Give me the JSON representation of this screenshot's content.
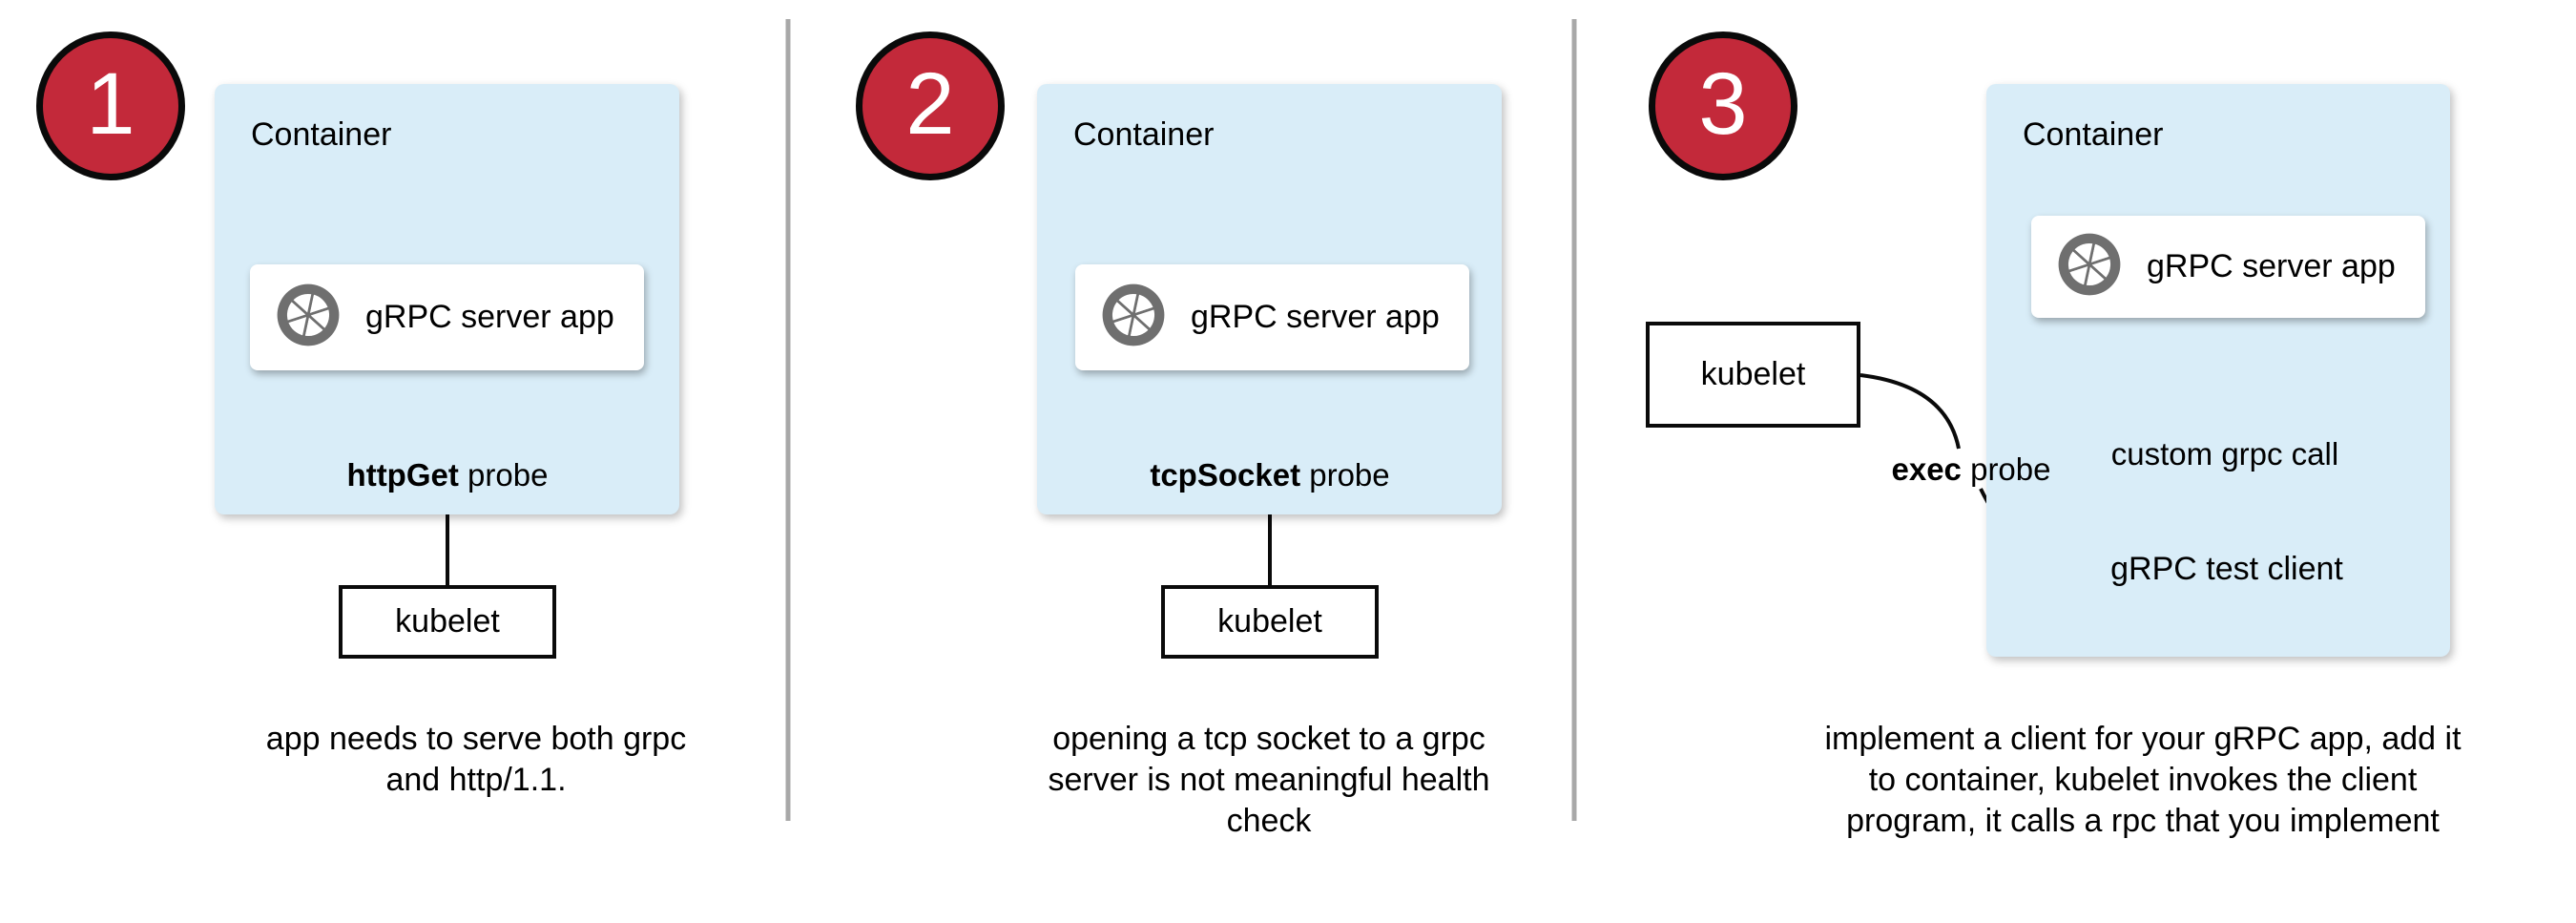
{
  "colors": {
    "badge_red": "#c3293a",
    "badge_outline": "#0a0a0a",
    "container_blue": "#d9edf8",
    "icon_gray": "#6f6f6f",
    "divider_gray": "#a8a8a8",
    "arrow_black": "#0a0a0a"
  },
  "icons": {
    "app_icon": "grpc-aperture-icon"
  },
  "panels": [
    {
      "number": "1",
      "container_label": "Container",
      "app_label": "gRPC server app",
      "probe_bold": "httpGet",
      "probe_rest": " probe",
      "kubelet_label": "kubelet",
      "caption": [
        "app needs to serve both grpc",
        "and http/1.1."
      ]
    },
    {
      "number": "2",
      "container_label": "Container",
      "app_label": "gRPC server app",
      "probe_bold": "tcpSocket",
      "probe_rest": " probe",
      "kubelet_label": "kubelet",
      "caption": [
        "opening a tcp socket to a grpc",
        "server is not meaningful health",
        "check"
      ]
    },
    {
      "number": "3",
      "container_label": "Container",
      "app_label": "gRPC server app",
      "probe_bold": "exec",
      "probe_rest": " probe",
      "kubelet_label": "kubelet",
      "call_label": "custom grpc call",
      "test_client_label": "gRPC test client",
      "caption": [
        "implement a client for your gRPC app, add it",
        "to container, kubelet invokes the client",
        "program, it calls a rpc that you implement"
      ]
    }
  ]
}
